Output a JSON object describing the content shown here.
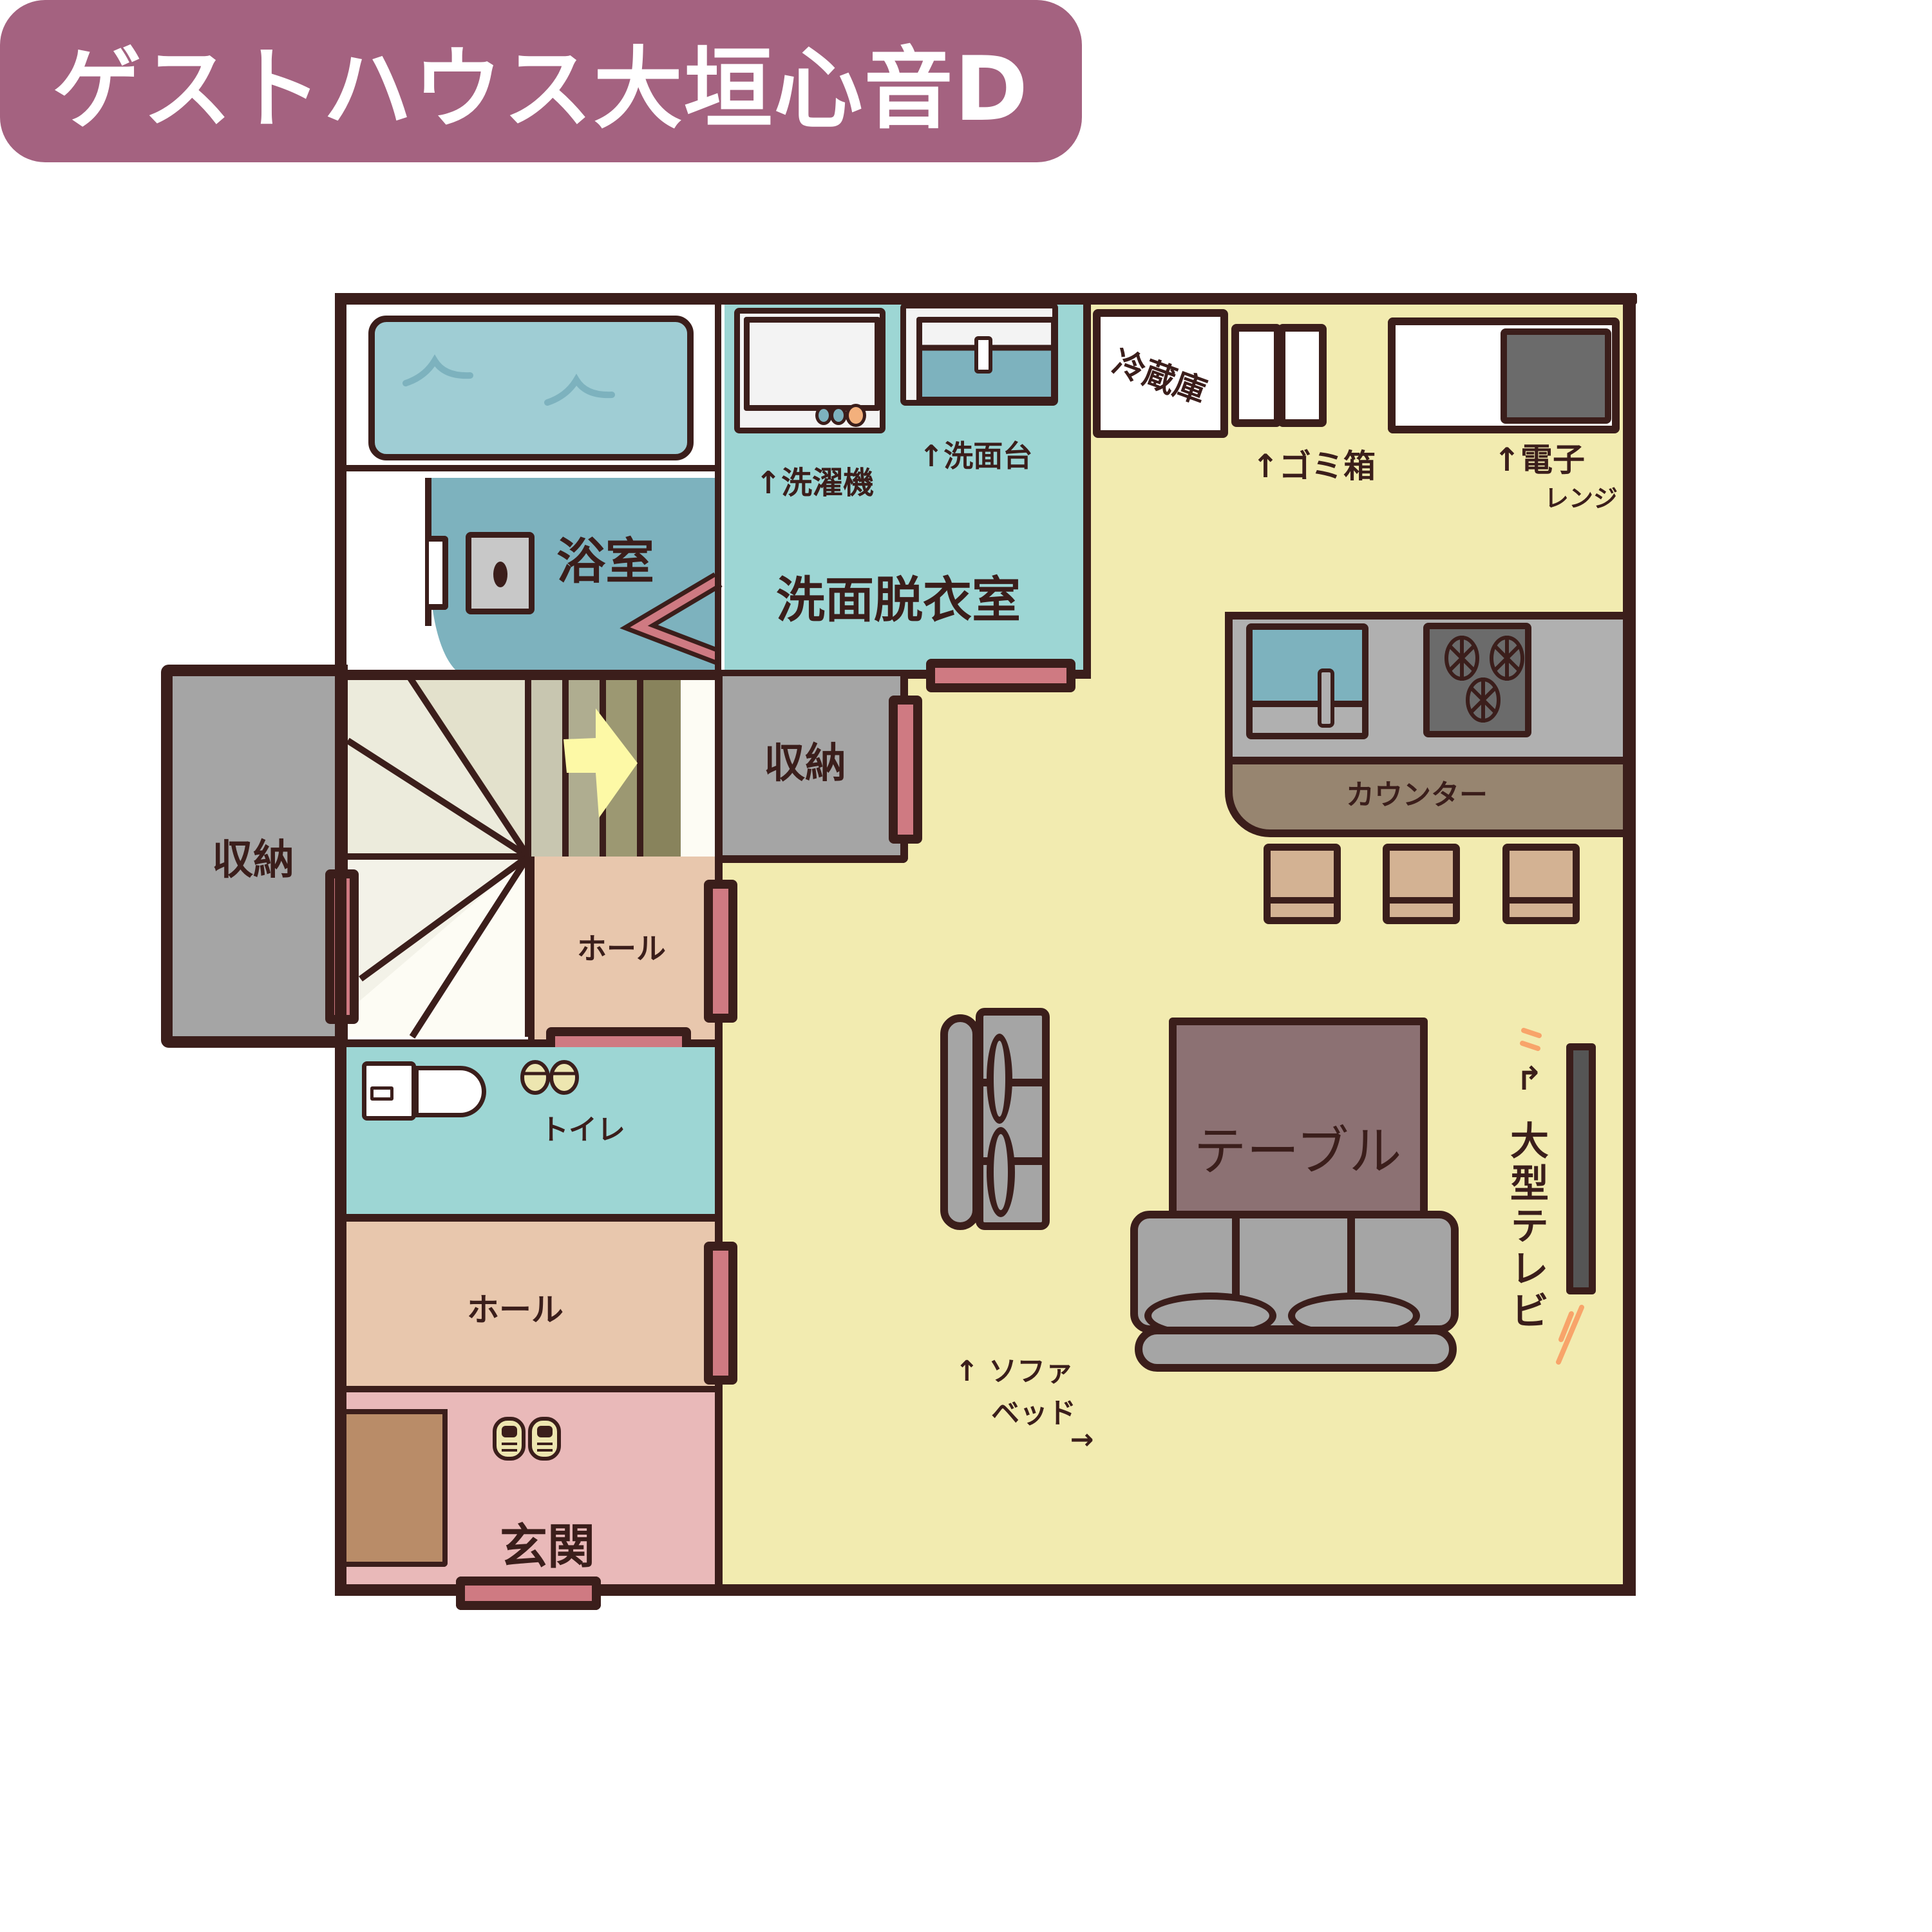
{
  "title": "ゲストハウス大垣心音D",
  "colors": {
    "title_bg": "#a46280",
    "wall": "#3b1e1b",
    "living": "#f2ebb0",
    "bath": "#7db2be",
    "washroom": "#9dd6d4",
    "storage": "#a5a5a5",
    "hall": "#e8c7ad",
    "entrance": "#e9b9b9",
    "door": "#cf7a82",
    "table": "#8c7173",
    "counter": "#978570",
    "stool": "#d3b293",
    "sofa": "#a5a5a5",
    "stair_arrow": "#fdf9a6"
  },
  "rooms": {
    "bathroom": "浴室",
    "washroom": "洗面脱衣室",
    "storage_left": "収納",
    "storage_mid": "収納",
    "hall_upper": "ホール",
    "toilet": "トイレ",
    "hall_lower": "ホール",
    "entrance": "玄関"
  },
  "fixtures": {
    "washing_machine": "↑洗濯機",
    "wash_basin": "↑洗面台",
    "fridge": "冷蔵庫",
    "trash": "↑ゴミ箱",
    "microwave_line1": "↑電子",
    "microwave_line2": "レンジ",
    "counter": "カウンター",
    "table": "テーブル",
    "sofa_line1": "↑ ソファ",
    "sofa_line2": "ベッド",
    "sofa_arrow": "→",
    "tv": "大型テレビ",
    "tv_arrow": "↱"
  }
}
